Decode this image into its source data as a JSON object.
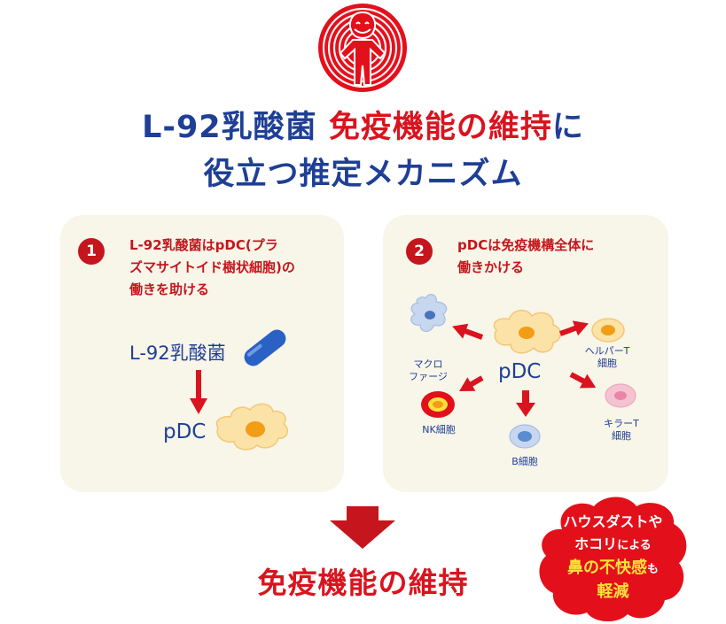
{
  "title": {
    "line1_blue": "L-92乳酸菌 ",
    "line1_red": "免疫機能の維持",
    "line1_tail": "に",
    "line2": "役立つ推定メカニズム"
  },
  "panel1": {
    "number": "1",
    "text_line1": "L-92乳酸菌はpDC(プラ",
    "text_line2": "ズマサイトイド樹状細胞)の",
    "text_line3": "働きを助ける",
    "l92_label": "L-92乳酸菌",
    "pdc_label": "pDC"
  },
  "panel2": {
    "number": "2",
    "text_line1": "pDCは免疫機構全体に",
    "text_line2": "働きかける",
    "pdc_label": "pDC",
    "macrophage_line1": "マクロ",
    "macrophage_line2": "ファージ",
    "helper_line1": "ヘルパーT",
    "helper_line2": "細胞",
    "nk_label": "NK細胞",
    "b_label": "B細胞",
    "killer_line1": "キラーT",
    "killer_line2": "細胞"
  },
  "bottom": {
    "text": "免疫機能の維持"
  },
  "badge": {
    "line1": "ハウスダストや",
    "line2_a": "ホコリ",
    "line2_b": "による",
    "line3_a": "鼻の不快感",
    "line3_b": "も",
    "line4": "軽減"
  },
  "colors": {
    "navy": "#1e3f95",
    "red": "#d9141f",
    "panel_bg": "#f8f5e9",
    "cell_yellow": "#fbe3a7",
    "cell_orange": "#f29d16",
    "macrophage": "#c6d7ef",
    "killer_pink": "#f5c2d2",
    "badge_yellow": "#ffe13b"
  }
}
